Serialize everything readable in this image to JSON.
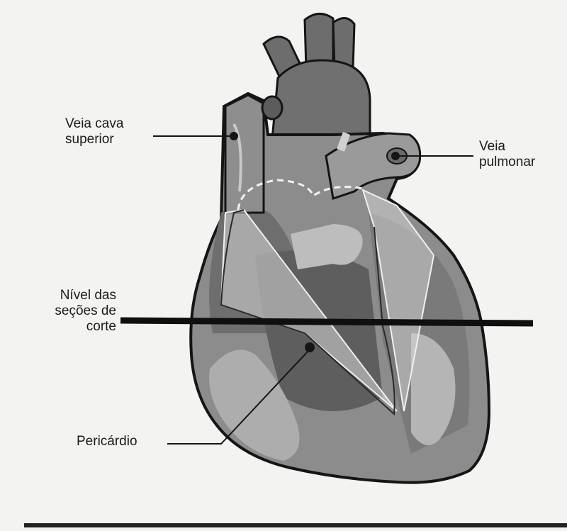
{
  "labels": {
    "vena_cava_line1": "Veia cava",
    "vena_cava_line2": "superior",
    "pulmonary_vein_line1": "Veia",
    "pulmonary_vein_line2": "pulmonar",
    "section_level_line1": "Nível das",
    "section_level_line2": "seções de",
    "section_level_line3": "corte",
    "pericardium": "Pericárdio"
  },
  "colors": {
    "background": "#f3f3f1",
    "heart_dark": "#5c5c5c",
    "heart_mid": "#8a8a8a",
    "heart_light": "#b5b5b5",
    "pericardium": "#d8d8d8",
    "outline": "#151515"
  }
}
